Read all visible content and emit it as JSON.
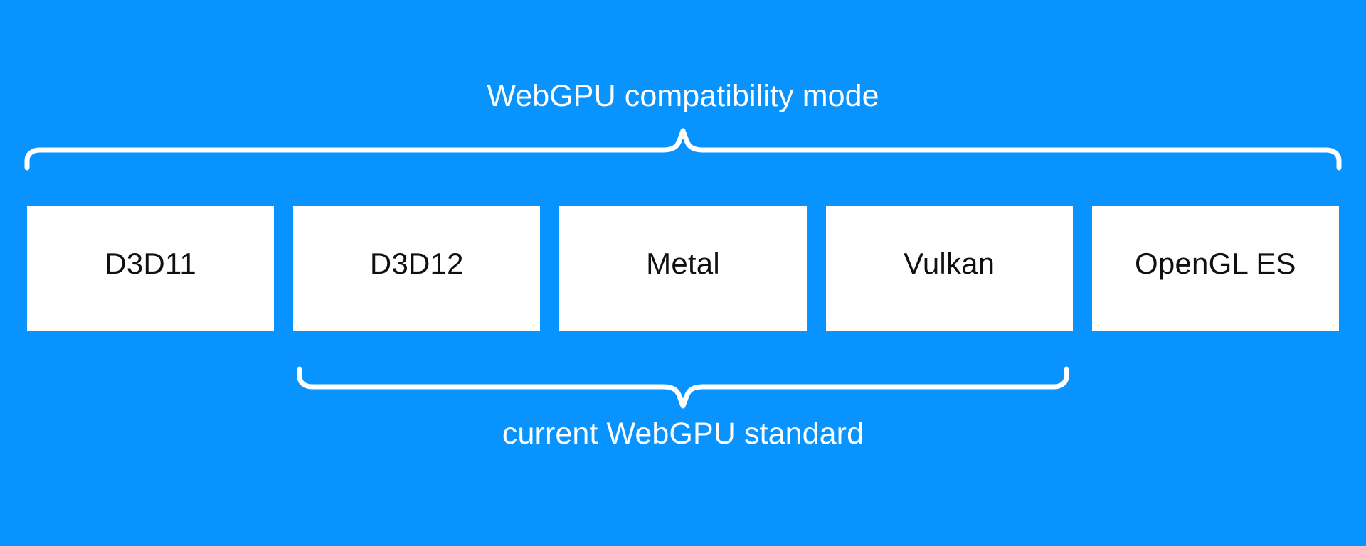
{
  "diagram": {
    "title": "WebGPU compatibility mode",
    "background_color": "#0893ff",
    "foreground_color": "#ffffff",
    "box_fill_color": "#ffffff",
    "box_text_color": "#101010"
  },
  "top_group": {
    "label": "WebGPU compatibility mode",
    "covers": [
      "D3D11",
      "D3D12",
      "Metal",
      "Vulkan",
      "OpenGL ES"
    ]
  },
  "bottom_group": {
    "label": "current WebGPU standard",
    "covers": [
      "D3D12",
      "Metal",
      "Vulkan"
    ]
  },
  "boxes": [
    {
      "label": "D3D11"
    },
    {
      "label": "D3D12"
    },
    {
      "label": "Metal"
    },
    {
      "label": "Vulkan"
    },
    {
      "label": "OpenGL ES"
    }
  ]
}
